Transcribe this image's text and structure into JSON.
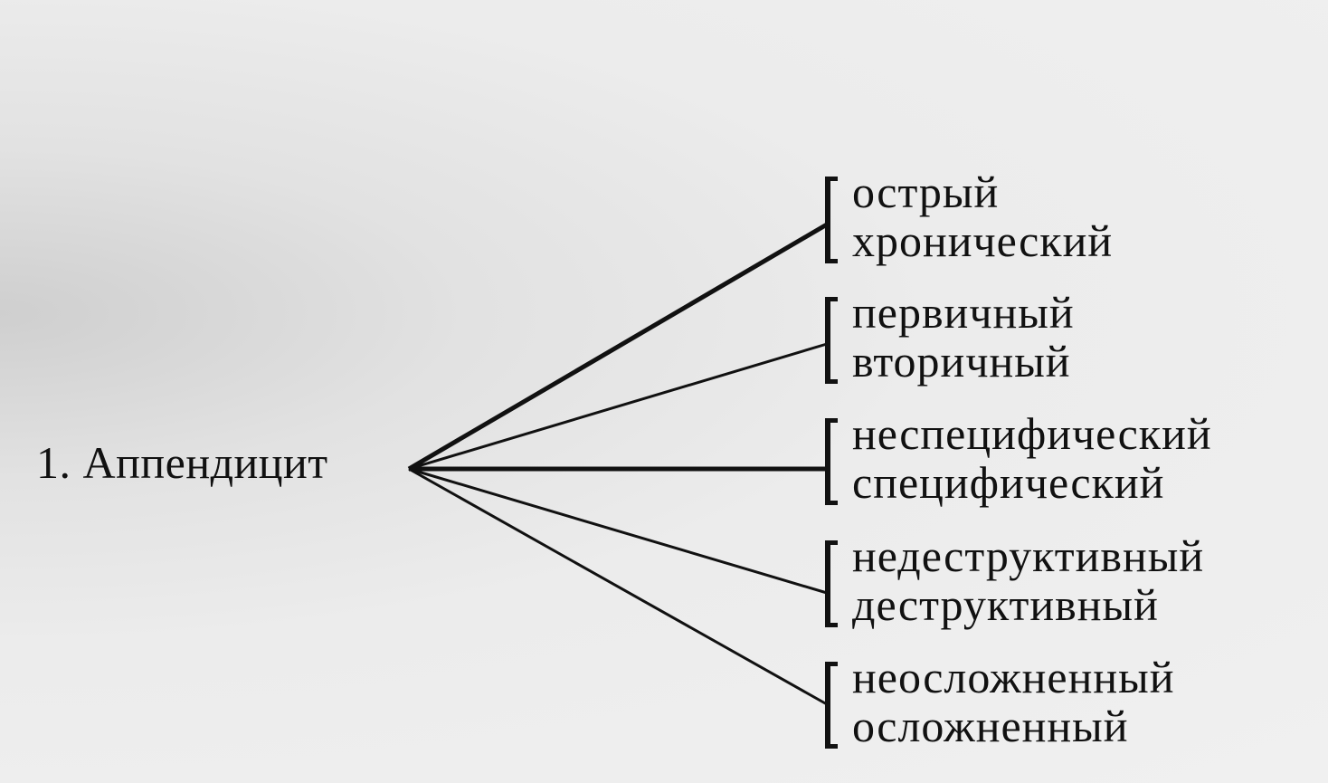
{
  "root_label": "1. Аппендицит",
  "groups": [
    {
      "options": [
        "острый",
        "хронический"
      ],
      "emphasis": "bold"
    },
    {
      "options": [
        "первичный",
        "вторичный"
      ],
      "emphasis": "thin"
    },
    {
      "options": [
        "неспецифический",
        "специфический"
      ],
      "emphasis": "bold"
    },
    {
      "options": [
        "недеструктивный",
        "деструктивный"
      ],
      "emphasis": "thin"
    },
    {
      "options": [
        "неосложненный",
        "осложненный"
      ],
      "emphasis": "thin"
    }
  ],
  "colors": {
    "ink": "#111111"
  }
}
